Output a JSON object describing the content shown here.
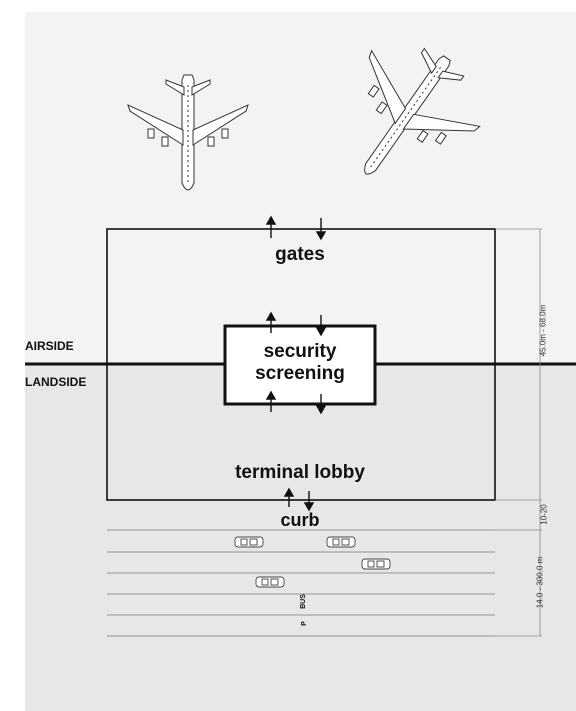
{
  "zones": {
    "airside": "AIRSIDE",
    "landside": "LANDSIDE"
  },
  "labels": {
    "gates": "gates",
    "security_line1": "security",
    "security_line2": "screening",
    "terminal_lobby": "terminal lobby",
    "curb": "curb"
  },
  "road_markings": {
    "bus": "BUS",
    "parking": "P"
  },
  "dimensions": {
    "terminal_depth": "45.0m - 68.0m",
    "curb_depth": "10-20",
    "road_depth": "14.0 - 300.0 m"
  },
  "colors": {
    "airside_bg": "#f3f3f3",
    "landside_bg": "#e7e7e7",
    "line": "#111111",
    "road_line": "#777777",
    "aircraft_fill": "#ffffff"
  }
}
